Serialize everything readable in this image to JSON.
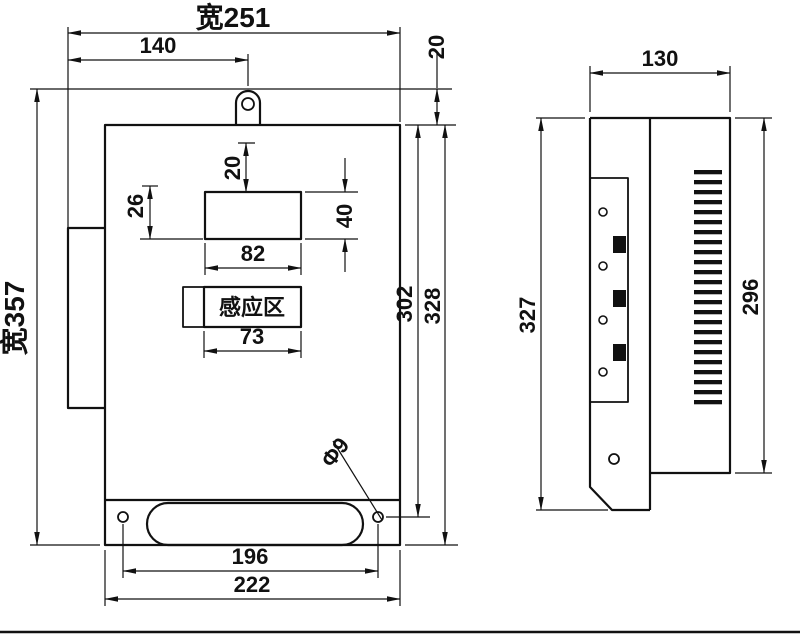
{
  "drawing": {
    "front": {
      "overall_width": "宽251",
      "overall_height": "宽357",
      "tab_offset": "140",
      "tab_height": "20",
      "display_top_gap": "20",
      "left_gap": "26",
      "display_height": "40",
      "display_width": "82",
      "sensing_label": "感应区",
      "sensing_width": "73",
      "hole_top_height": "302",
      "body_height": "328",
      "hole_diameter": "Φ9",
      "hole_spacing": "196",
      "body_width": "222"
    },
    "side": {
      "depth": "130",
      "height": "327",
      "back_height": "296"
    }
  }
}
